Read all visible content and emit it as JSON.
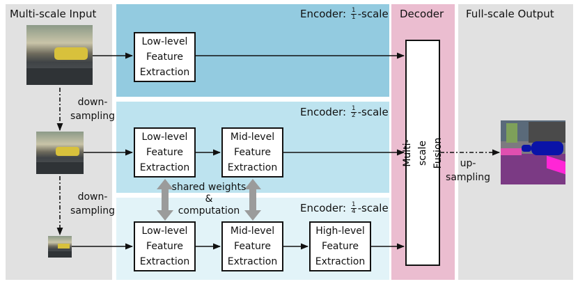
{
  "columns": {
    "input": "Multi-scale Input",
    "decoder": "Decoder",
    "output": "Full-scale Output"
  },
  "encoders": [
    {
      "prefix": "Encoder:",
      "num": "1",
      "den": "1",
      "suffix": "-scale"
    },
    {
      "prefix": "Encoder:",
      "num": "1",
      "den": "2",
      "suffix": "-scale"
    },
    {
      "prefix": "Encoder:",
      "num": "1",
      "den": "4",
      "suffix": "-scale"
    }
  ],
  "blocks": {
    "low": "Low-level\nFeature\nExtraction",
    "mid": "Mid-level\nFeature\nExtraction",
    "high": "High-level\nFeature\nExtraction"
  },
  "fusion": "Multi-scale\nFusion",
  "downsampling": "down-\nsampling",
  "upsampling": "up-\nsampling",
  "shared": "shared weights\n&\ncomputation",
  "colors": {
    "gray": "#e1e1e1",
    "encoder1": "#93cbe0",
    "encoder2": "#bde3ef",
    "encoder3": "#e2f3f8",
    "decoder": "#ebbdd0"
  }
}
